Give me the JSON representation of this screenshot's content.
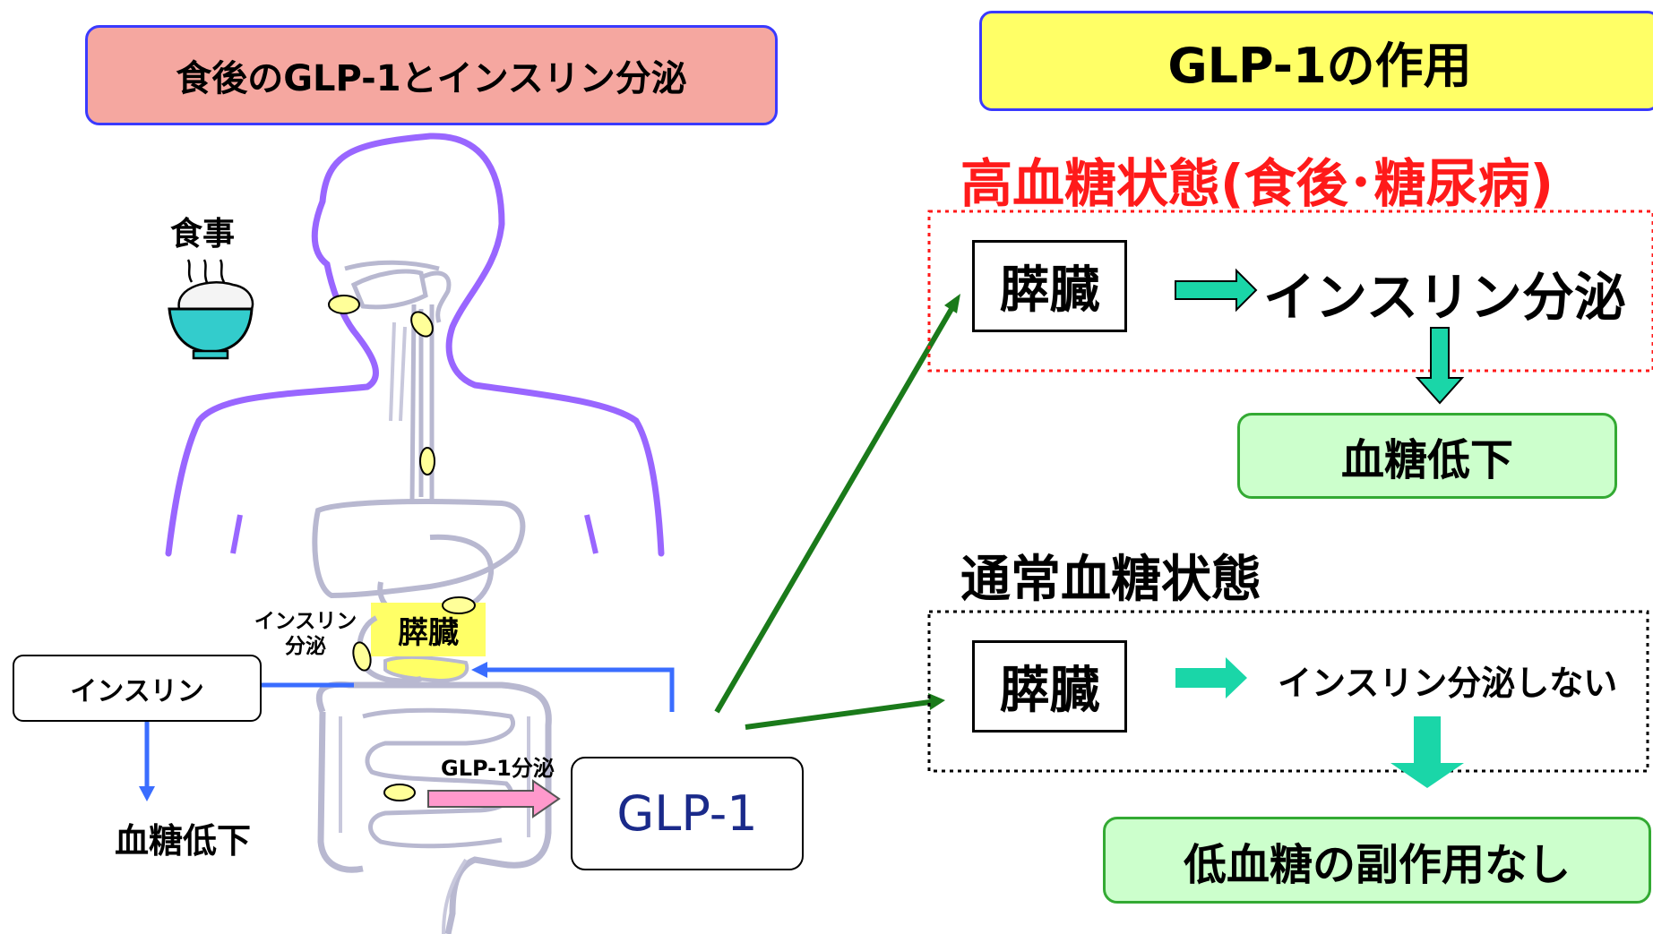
{
  "left_panel": {
    "title": "食後のGLP-1とインスリン分泌",
    "meal_label": "食事",
    "pancreas_label": "膵臓",
    "insulin_secretion_label": "インスリン\n分泌",
    "insulin_box_label": "インスリン",
    "blood_sugar_down_label": "血糖低下",
    "glp1_secretion_label": "GLP-1分泌",
    "glp1_box_label": "GLP-1"
  },
  "right_panel": {
    "title": "GLP-1の作用",
    "hyperglycemia": {
      "heading": "高血糖状態(食後･糖尿病)",
      "pancreas": "膵臓",
      "effect": "インスリン分泌",
      "result": "血糖低下"
    },
    "normoglycemia": {
      "heading": "通常血糖状態",
      "pancreas": "膵臓",
      "effect": "インスリン分泌しない",
      "result": "低血糖の副作用なし"
    }
  },
  "colors": {
    "left_title_bg": "#f5a7a0",
    "right_title_bg": "#ffff66",
    "title_border": "#3a3aff",
    "body_outline": "#9966ff",
    "organ_outline": "#b8b8d0",
    "blue_arrow": "#3a6dff",
    "green_arrow": "#1a7a1a",
    "teal_arrow": "#1ad6a8",
    "red_text": "#ff1a1a",
    "pink_arrow": "#ff99cc",
    "food_dot": "#ffff99",
    "pancreas_highlight": "#ffff66",
    "bowl": "#33cccc",
    "result_box_bg": "#ccffcc",
    "glp1_text": "#1a2a8a"
  }
}
